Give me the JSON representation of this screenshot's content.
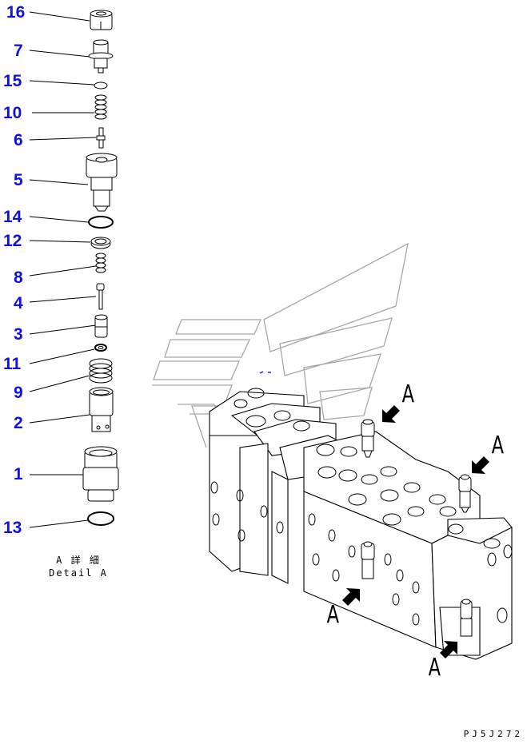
{
  "diagram": {
    "type": "exploded parts diagram",
    "subject": "control valve with relief valve assembly (Detail A)",
    "callouts": [
      {
        "number": "16",
        "part": "cap nut"
      },
      {
        "number": "7",
        "part": "plug"
      },
      {
        "number": "15",
        "part": "O-ring"
      },
      {
        "number": "10",
        "part": "spring"
      },
      {
        "number": "6",
        "part": "poppet"
      },
      {
        "number": "5",
        "part": "body"
      },
      {
        "number": "14",
        "part": "O-ring"
      },
      {
        "number": "12",
        "part": "backup ring"
      },
      {
        "number": "8",
        "part": "spring"
      },
      {
        "number": "4",
        "part": "piston"
      },
      {
        "number": "3",
        "part": "sleeve"
      },
      {
        "number": "11",
        "part": "ring"
      },
      {
        "number": "9",
        "part": "spring"
      },
      {
        "number": "2",
        "part": "poppet"
      },
      {
        "number": "1",
        "part": "housing"
      },
      {
        "number": "13",
        "part": "O-ring"
      }
    ],
    "detail_caption": {
      "japanese": "A 詳 細",
      "english": "Detail A"
    },
    "view_labels": [
      "A",
      "A",
      "A",
      "A"
    ],
    "figure_code": "PJ5J272",
    "colors": {
      "callout": "#1010e0",
      "line": "#000000",
      "watermark": "#a0a0a0",
      "background": "#ffffff"
    }
  }
}
